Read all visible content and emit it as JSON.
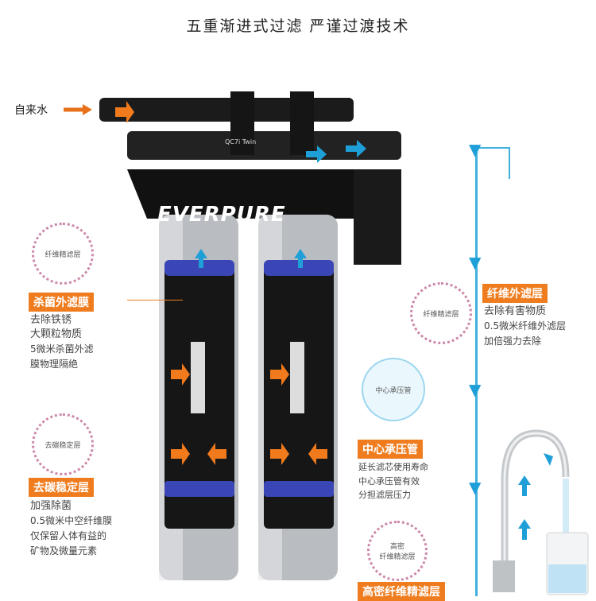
{
  "title": "五重渐进式过滤 严谨过渡技术",
  "tap_water_label": "自来水",
  "brand": "EVERPURE",
  "model": "QC7i Twin",
  "layers": {
    "fiber_outer": {
      "badge": "纤维外滤层",
      "line1": "去除有害物质",
      "line2": "0.5微米纤维外滤层",
      "line3": "加倍强力去除",
      "ring_label": "纤维精滤层"
    },
    "antibacterial": {
      "badge": "杀菌外滤膜",
      "line1": "去除铁锈",
      "line2": "大颗粒物质",
      "line3": "5微米杀菌外滤",
      "line4": "膜物理隔绝",
      "ring_label": "纤维精滤层"
    },
    "center_tube": {
      "badge": "中心承压管",
      "line1": "延长滤芯使用寿命",
      "line2": "中心承压管有效",
      "line3": "分担滤层压力",
      "ring_label": "中心承压管"
    },
    "carbon": {
      "badge": "去碳稳定层",
      "line1": "加强除菌",
      "line2": "0.5微米中空纤维膜",
      "line3": "仅保留人体有益的",
      "line4": "矿物及微量元素",
      "ring_label": "去碳稳定层"
    },
    "dense_fiber": {
      "badge": "高密纤维精滤层",
      "ring_label": "高密\n纤维精滤层"
    }
  },
  "colors": {
    "accent_orange": "#e8711a",
    "flow_blue": "#1e9fd8",
    "badge_orange": "#ef7d1f"
  }
}
